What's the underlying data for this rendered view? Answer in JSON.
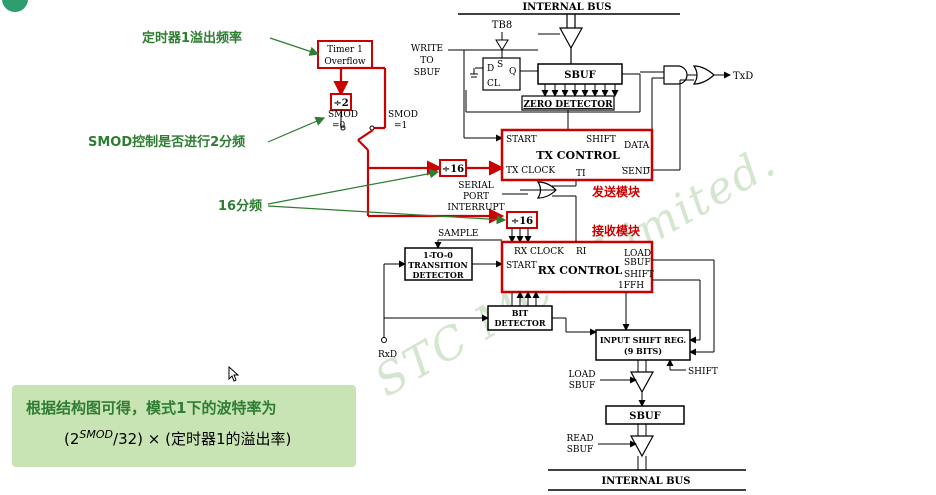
{
  "bus_top": "INTERNAL  BUS",
  "bus_bottom": "INTERNAL  BUS",
  "tb8": "TB8",
  "timer_overflow_line1": "Timer 1",
  "timer_overflow_line2": "Overflow",
  "div2": "÷2",
  "smod0_line1": "SMOD",
  "smod0_line2": "=0",
  "smod1_line1": "SMOD",
  "smod1_line2": "=1",
  "write_line1": "WRITE",
  "write_line2": "TO",
  "write_line3": "SBUF",
  "ff_d": "D",
  "ff_s": "S",
  "ff_q": "Q",
  "ff_cl": "CL",
  "sbuf_top": "SBUF",
  "zero_detector": "ZERO DETECTOR",
  "txd": "TxD",
  "tx_start": "START",
  "tx_shift": "SHIFT",
  "tx_control": "TX CONTROL",
  "tx_data": "DATA",
  "tx_clock": "TX CLOCK",
  "tx_ti": "TI",
  "tx_send": "SEND",
  "div16_tx": "÷16",
  "serial_port_interrupt_line1": "SERIAL",
  "serial_port_interrupt_line2": "PORT",
  "serial_port_interrupt_line3": "INTERRUPT",
  "div16_rx": "÷16",
  "sample": "SAMPLE",
  "transition_detector_line1": "1-TO-0",
  "transition_detector_line2": "TRANSITION",
  "transition_detector_line3": "DETECTOR",
  "rx_clock": "RX CLOCK",
  "rx_ri": "RI",
  "rx_start": "START",
  "rx_control": "RX CONTROL",
  "rx_load_line1": "LOAD",
  "rx_load_line2": "SBUF",
  "rx_shift": "SHIFT",
  "rx_1ffh": "1FFH",
  "rxd": "RxD",
  "bit_detector_line1": "BIT",
  "bit_detector_line2": "DETECTOR",
  "input_shift_reg_line1": "INPUT SHIFT REG.",
  "input_shift_reg_line2": "(9 BITS)",
  "load_sbuf_line1": "LOAD",
  "load_sbuf_line2": "SBUF",
  "shift_label": "SHIFT",
  "sbuf_bottom": "SBUF",
  "read_sbuf_line1": "READ",
  "read_sbuf_line2": "SBUF",
  "annot_timer": "定时器1溢出频率",
  "annot_smod": "SMOD控制是否进行2分频",
  "annot_div16": "16分频",
  "annot_tx_module": "发送模块",
  "annot_rx_module": "接收模块",
  "watermark": "STC  MCU  Limited.",
  "note_title": "根据结构图可得，模式1下的波特率为",
  "note_formula_pre": "(2",
  "note_formula_sup": "SMOD",
  "note_formula_post": "/32) × (定时器1的溢出率)",
  "colors": {
    "highlight_red": "#cc0000",
    "annotation_green": "#2e7d32",
    "note_bg": "#c9e4b4",
    "watermark": "#d5e6d0",
    "line_black": "#000000"
  }
}
